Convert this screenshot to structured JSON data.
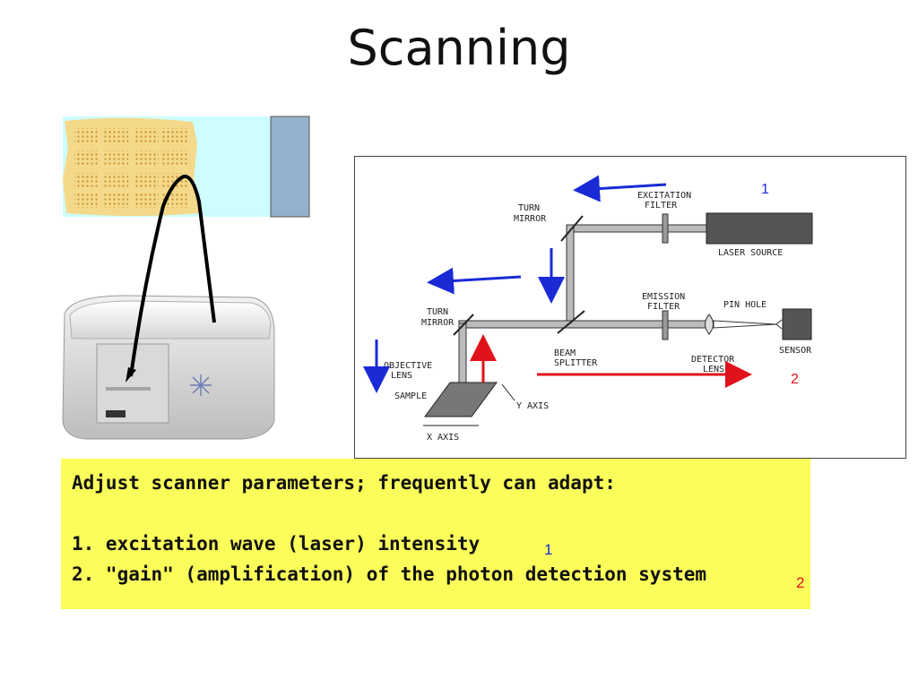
{
  "slide": {
    "title": "Scanning"
  },
  "diagram": {
    "labels": {
      "excitation_filter_1": "EXCITATION",
      "excitation_filter_2": "FILTER",
      "turn_mirror_top_1": "TURN",
      "turn_mirror_top_2": "MIRROR",
      "laser_source": "LASER SOURCE",
      "emission_filter_1": "EMISSION",
      "emission_filter_2": "FILTER",
      "pin_hole": "PIN HOLE",
      "turn_mirror_left_1": "TURN",
      "turn_mirror_left_2": "MIRROR",
      "sensor": "SENSOR",
      "beam_splitter_1": "BEAM",
      "beam_splitter_2": "SPLITTER",
      "detector_lens_1": "DETECTOR",
      "detector_lens_2": "LENS",
      "objective_lens_1": "OBJECTIVE",
      "objective_lens_2": "LENS",
      "sample": "SAMPLE",
      "y_axis": "Y AXIS",
      "x_axis": "X AXIS"
    },
    "markers": {
      "one": "1",
      "two": "2"
    }
  },
  "textbox": {
    "heading": "Adjust scanner parameters; frequently can adapt:",
    "item1": "1. excitation wave (laser) intensity",
    "item2": "2. \"gain\" (amplification) of the photon detection system",
    "marker1": "1",
    "marker2": "2"
  },
  "colors": {
    "blue_arrow": "#1a2bd6",
    "red_arrow": "#e0121b",
    "textbox_bg": "#fafd5a",
    "slide_panel_bg": "#cdfdfd",
    "slide_sidebar": "#93b1cc",
    "spots_bg": "#f4d98a"
  }
}
